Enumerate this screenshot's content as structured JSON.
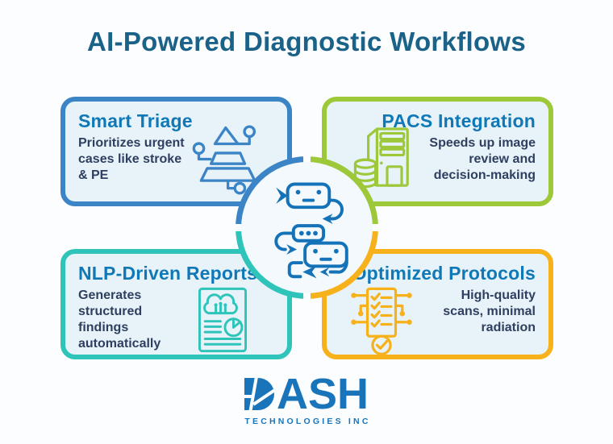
{
  "title": "AI-Powered Diagnostic Workflows",
  "cards": [
    {
      "id": "smart-triage",
      "title": "Smart Triage",
      "description": "Prioritizes urgent\ncases like stroke\n& PE",
      "accent": "#3b84c6",
      "icon": "triage-pyramid-icon"
    },
    {
      "id": "pacs-integration",
      "title": "PACS Integration",
      "description": "Speeds up image\nreview and\ndecision-making",
      "accent": "#9cc83a",
      "icon": "pacs-server-icon"
    },
    {
      "id": "nlp-driven-reports",
      "title": "NLP-Driven Reports",
      "description": "Generates\nstructured\nfindings\nautomatically",
      "accent": "#2ec4ba",
      "icon": "nlp-report-icon"
    },
    {
      "id": "optimized-protocols",
      "title": "Optimized Protocols",
      "description": "High-quality\nscans, minimal\nradiation",
      "accent": "#f6b11b",
      "icon": "protocols-checklist-icon"
    }
  ],
  "center": {
    "icon": "ai-workflow-robots-icon"
  },
  "logo": {
    "name": "DASH",
    "mark_letter": "D",
    "name_rest": "ASH",
    "subtitle": "TECHNOLOGIES INC"
  },
  "colors": {
    "page_bg": "#fcfdfe",
    "card_bg": "#e8f2f9",
    "hub_bg": "#f3f9fc",
    "heading": "#1b6289",
    "card_title": "#0f79b7",
    "body_text": "#2e3f60",
    "blue": "#3b84c6",
    "green": "#9cc83a",
    "teal": "#2ec4ba",
    "amber": "#f6b11b",
    "logo_blue": "#1a74ba",
    "robot_blue": "#1472b8"
  }
}
